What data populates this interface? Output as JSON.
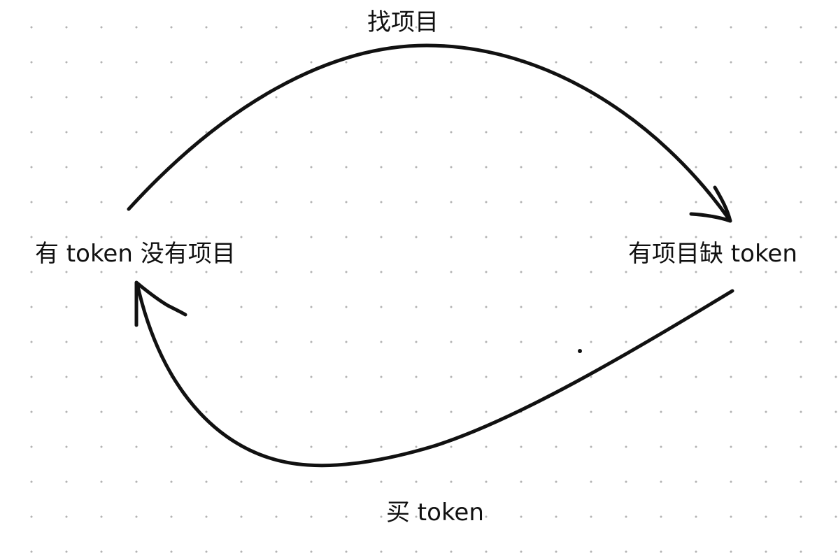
{
  "diagram": {
    "nodes": {
      "left": "有 token 没有项目",
      "right": "有项目缺 token"
    },
    "edges": {
      "top": "找项目",
      "bottom": "买 token"
    }
  },
  "colors": {
    "stroke": "#111111",
    "text": "#111111",
    "grid_dot": "#b3b3b3",
    "background": "#ffffff"
  }
}
